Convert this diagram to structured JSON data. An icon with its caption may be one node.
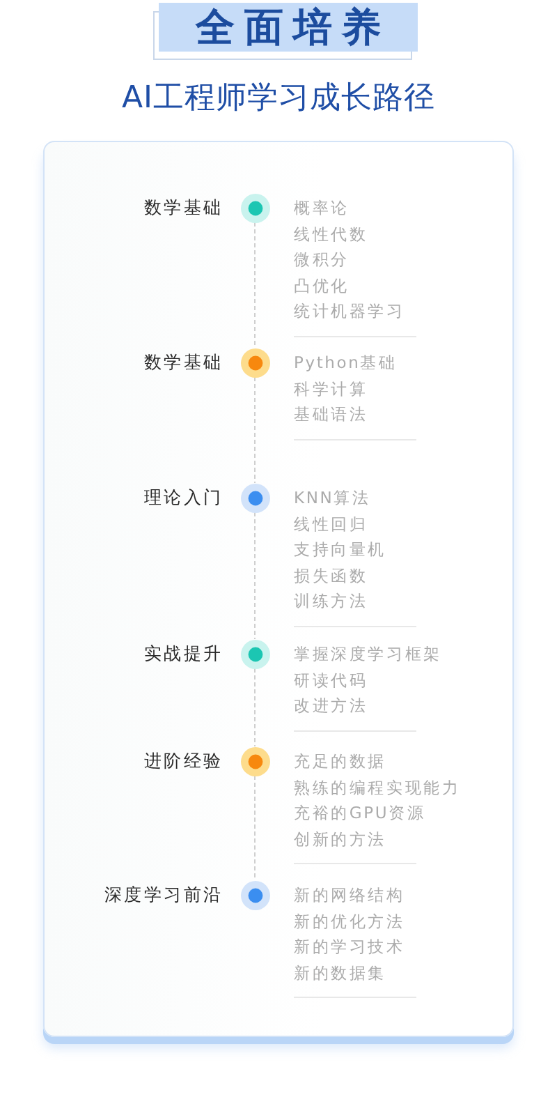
{
  "diagram": {
    "title": "全面培养",
    "nodes": [
      {
        "text": [],
        "shape": "box"
      },
      {
        "text": [],
        "shape": "circle",
        "in": 0,
        "beside": [
          "数学基础",
          "概率论",
          "线性代数",
          "微积分",
          "凸优化",
          "统计机器学习"
        ]
      },
      {
        "text": [],
        "shape": "circle",
        "in": 0,
        "beside": [
          "数学基础",
          "Python基础",
          "科学计算",
          "基础语法"
        ]
      },
      {
        "text": [],
        "shape": "circle",
        "in": 0,
        "beside": [
          "理论入门",
          "KNN算法",
          "线性回归",
          "支持向量机",
          "损失函数",
          "训练方法"
        ]
      },
      {
        "text": [],
        "shape": "circle",
        "in": 0,
        "beside": [
          "实战提升",
          "掌握深度学习框架",
          "研读代码",
          "改进方法"
        ]
      },
      {
        "text": [],
        "shape": "circle",
        "in": 0,
        "beside": [
          "进阶经验",
          "充足的数据",
          "熟练的编程实现能力",
          "充裕的GPU资源",
          "创新的方法"
        ]
      },
      {
        "text": [],
        "shape": "circle",
        "in": 0,
        "beside": [
          "深度学习前沿",
          "新的网络结构",
          "新的优化方法",
          "新的学习技术",
          "新的数据集"
        ]
      }
    ],
    "edges": [
      {
        "from": 1,
        "to": 2,
        "arrow": "none",
        "style": "dashed"
      },
      {
        "from": 2,
        "to": 3,
        "arrow": "none",
        "style": "dashed"
      },
      {
        "from": 3,
        "to": 4,
        "arrow": "none",
        "style": "dashed"
      },
      {
        "from": 4,
        "to": 5,
        "arrow": "none",
        "style": "dashed"
      },
      {
        "from": 5,
        "to": 6,
        "arrow": "none",
        "style": "dashed"
      }
    ],
    "labels": [
      "AI工程师学习成长路径"
    ]
  }
}
